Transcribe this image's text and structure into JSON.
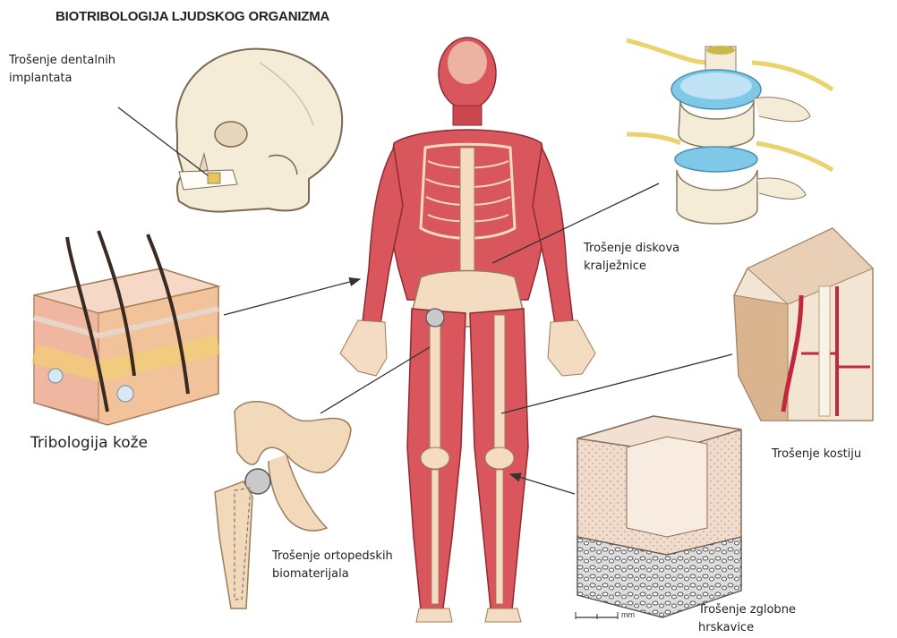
{
  "title": "BIOTRIBOLOGIJA LJUDSKOG ORGANIZMA",
  "labels": {
    "dental": [
      "Trošenje dentalnih",
      "implantata"
    ],
    "skin": "Tribologija kože",
    "orthopedic": [
      "Trošenje ortopedskih",
      "biomaterijala"
    ],
    "spine": [
      "Trošenje diskova",
      "kralježnice"
    ],
    "bone": "Trošenje kostiju",
    "cartilage": [
      "Trošenje zglobne",
      "hrskavice"
    ],
    "scale": "mm"
  },
  "colors": {
    "muscle": "#d9565d",
    "muscle_dark": "#b83a44",
    "bone": "#f3dcc2",
    "skin_top": "#f5d7c3",
    "disc": "#7fc8e8",
    "nerve": "#e9d36a"
  }
}
